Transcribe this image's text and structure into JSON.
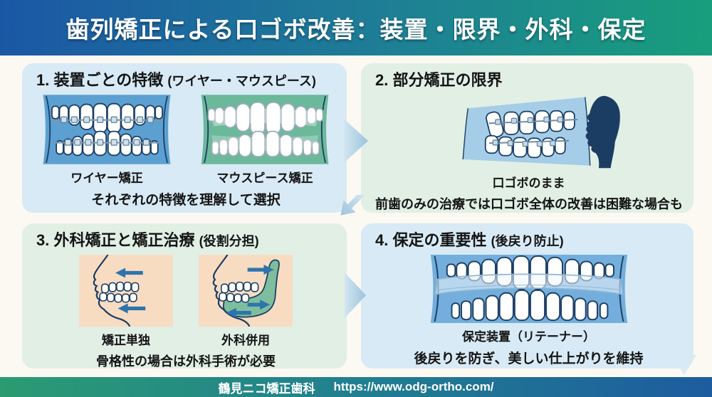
{
  "header": {
    "title": "歯列矯正による口ゴボ改善：装置・限界・外科・保定"
  },
  "panels": [
    {
      "title": "1. 装置ごとの特徴",
      "title_paren": "(ワイヤー・マウスピース)",
      "labels": [
        "ワイヤー矯正",
        "マウスピース矯正"
      ],
      "caption": "それぞれの特徴を理解して選択",
      "illustrations": [
        "wire-braces-front-view",
        "clear-aligner-front-view"
      ]
    },
    {
      "title": "2. 部分矯正の限界",
      "title_paren": "",
      "labels": [
        "口ゴボのまま"
      ],
      "caption": "前歯のみの治療では口ゴボ全体の改善は困難な場合も",
      "illustrations": [
        "side-teeth-with-braces-and-protruding-profile"
      ]
    },
    {
      "title": "3. 外科矯正と矯正治療",
      "title_paren": "(役割分担)",
      "labels": [
        "矯正単独",
        "外科併用"
      ],
      "caption": "骨格性の場合は外科手術が必要",
      "illustrations": [
        "profile-orthodontics-only",
        "profile-with-surgery-jaw"
      ]
    },
    {
      "title": "4. 保定の重要性",
      "title_paren": "(後戻り防止)",
      "labels": [
        "保定装置（リテーナー）"
      ],
      "caption": "後戻りを防ぎ、美しい仕上がりを維持",
      "illustrations": [
        "retainer-front-view"
      ]
    }
  ],
  "footer": {
    "clinic": "鶴見ニコ矯正歯科",
    "url": "https://www.odg-ortho.com/"
  },
  "colors": {
    "header_gradient_left": "#1b57a5",
    "header_gradient_right": "#189e7c",
    "footer_gradient_left": "#2b9b72",
    "footer_gradient_right": "#1d5c9f",
    "panel_blue_bg": "#d8eaf5",
    "panel_green_bg": "#e1efe5",
    "body_bg": "#fbf9f1",
    "illustration_blue": "#5ba0d0",
    "illustration_light_blue": "#73aedc",
    "illustration_green": "#6cb89b",
    "illustration_peach": "#f8dcc2",
    "outline_navy": "#1b3d63",
    "arrow_blue": "#2e74ac",
    "flow_arrow_blue": "#aecfe2",
    "text_color": "#141414"
  }
}
